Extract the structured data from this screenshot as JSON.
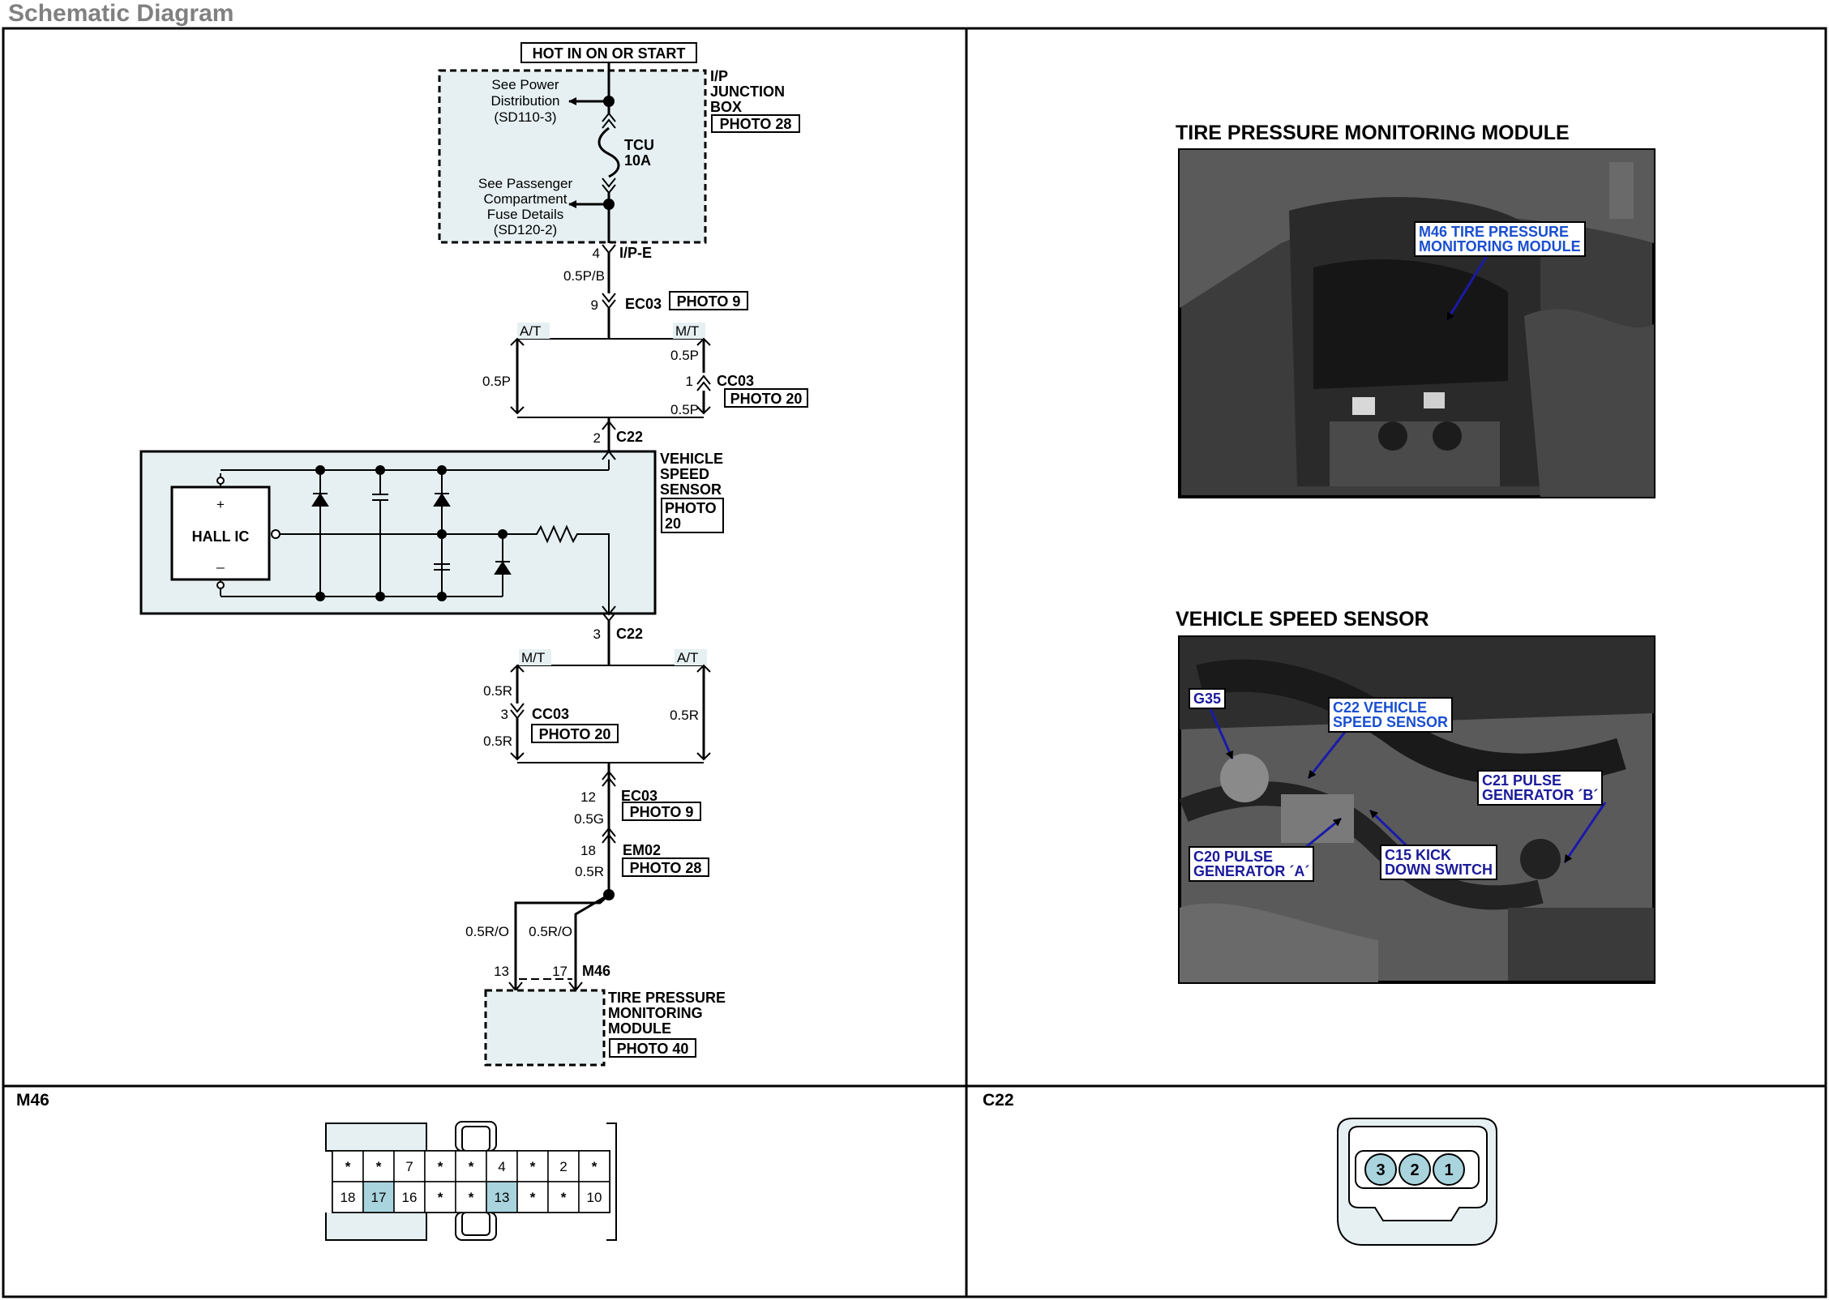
{
  "page": {
    "title": "Schematic Diagram"
  },
  "schematic": {
    "power_label": "HOT IN ON OR START",
    "junction_box": {
      "label_lines": [
        "I/P",
        "JUNCTION",
        "BOX"
      ],
      "photo": "PHOTO 28"
    },
    "see_power": [
      "See Power",
      "Distribution",
      "(SD110-3)"
    ],
    "see_passenger": [
      "See Passenger",
      "Compartment",
      "Fuse Details",
      "(SD120-2)"
    ],
    "fuse": {
      "name": "TCU",
      "rating": "10A"
    },
    "ipe": {
      "pin": "4",
      "name": "I/P-E"
    },
    "wire_top": "0.5P/B",
    "ec03_top": {
      "pin": "9",
      "name": "EC03",
      "photo": "PHOTO 9"
    },
    "at": "A/T",
    "mt": "M/T",
    "wire_p": "0.5P",
    "cc03_top": {
      "pin": "1",
      "name": "CC03",
      "photo": "PHOTO 20"
    },
    "c22_top": {
      "pin": "2",
      "name": "C22"
    },
    "vss": {
      "label_lines": [
        "VEHICLE",
        "SPEED",
        "SENSOR"
      ],
      "photo_lines": [
        "PHOTO",
        "20"
      ],
      "hall": "HALL IC",
      "plus": "+",
      "minus": "_"
    },
    "c22_bot": {
      "pin": "3",
      "name": "C22"
    },
    "wire_r": "0.5R",
    "cc03_bot": {
      "pin": "3",
      "name": "CC03",
      "photo": "PHOTO 20"
    },
    "ec03_bot": {
      "pin": "12",
      "name": "EC03",
      "photo": "PHOTO 9"
    },
    "wire_g": "0.5G",
    "em02": {
      "pin": "18",
      "name": "EM02",
      "photo": "PHOTO 28"
    },
    "wire_r2": "0.5R",
    "wire_ro": "0.5R/O",
    "m46": {
      "pin_a": "13",
      "pin_b": "17",
      "name": "M46"
    },
    "tpms": {
      "label_lines": [
        "TIRE PRESSURE",
        "MONITORING",
        "MODULE"
      ],
      "photo": "PHOTO 40"
    }
  },
  "photos": {
    "tpms_title": "TIRE PRESSURE MONITORING MODULE",
    "tpms_callout": [
      "M46 TIRE PRESSURE",
      "MONITORING MODULE"
    ],
    "vss_title": "VEHICLE SPEED SENSOR",
    "g35": "G35",
    "c22_callout": [
      "C22 VEHICLE",
      "SPEED SENSOR"
    ],
    "c21_callout": [
      "C21 PULSE",
      "GENERATOR ´B´"
    ],
    "c20_callout": [
      "C20 PULSE",
      "GENERATOR ´A´"
    ],
    "c15_callout": [
      "C15 KICK",
      "DOWN SWITCH"
    ]
  },
  "connectors": {
    "m46": {
      "title": "M46",
      "row1": [
        "*",
        "*",
        "7",
        "*",
        "*",
        "4",
        "*",
        "2",
        "*"
      ],
      "row2": [
        "18",
        "17",
        "16",
        "*",
        "*",
        "13",
        "*",
        "*",
        "10"
      ]
    },
    "c22": {
      "title": "C22",
      "pins": [
        "3",
        "2",
        "1"
      ]
    }
  },
  "colors": {
    "highlight": "#a9d4de",
    "fill": "#e6f0f2",
    "callout_blue": "#1a4fd0"
  }
}
